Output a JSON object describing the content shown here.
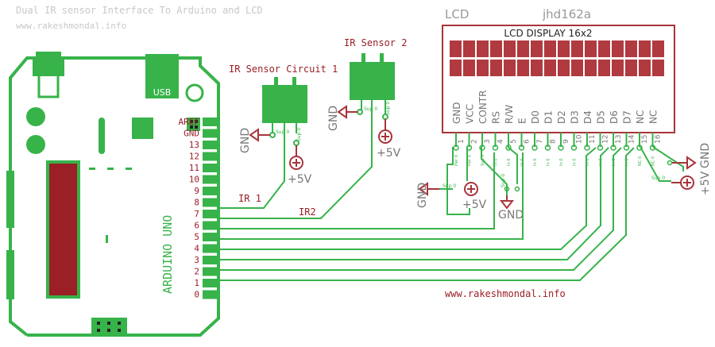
{
  "header": {
    "title": "Dual IR sensor Interface To Arduino and LCD",
    "url": "www.rakeshmondal.info"
  },
  "footer_url": "www.rakeshmondal.info",
  "colors": {
    "green": "#37b34a",
    "red": "#a8343a",
    "gray": "#777777",
    "blue": "#3f52a8",
    "lcd_cell": "#b03a3f"
  },
  "arduino": {
    "board_label": "ARDUINO UNO",
    "usb_label": "USB",
    "pins": [
      "AREF",
      "GND",
      "13",
      "12",
      "11",
      "10",
      "9",
      "8",
      "7",
      "6",
      "5",
      "4",
      "3",
      "2",
      "1",
      "0"
    ]
  },
  "sensor1": {
    "title": "IR Sensor Circuit 1",
    "gnd": "GND",
    "vcc": "+5V",
    "pin_gnd": "Sup 0",
    "pin_vcc": "Sup 0",
    "wire_label": "IR 1"
  },
  "sensor2": {
    "title": "IR Sensor 2",
    "gnd": "GND",
    "vcc": "+5V",
    "pin_gnd": "Sup 0",
    "pin_vcc": "Sup 0",
    "wire_label": "IR2"
  },
  "lcd": {
    "label": "LCD",
    "model": "jhd162a",
    "title": "LCD DISPLAY 16x2",
    "pin_names": [
      "GND",
      "VCC",
      "CONTR",
      "RS",
      "R/W",
      "E",
      "D0",
      "D1",
      "D2",
      "D3",
      "D4",
      "D5",
      "D6",
      "D7",
      "NC",
      "NC"
    ],
    "pin_numbers": [
      "1",
      "2",
      "3",
      "4",
      "5",
      "6",
      "7",
      "8",
      "9",
      "10",
      "11",
      "12",
      "13",
      "14",
      "15",
      "16"
    ],
    "pin_tags": [
      "Pwr 0",
      "Pwr 0",
      "Sup 0",
      "In 0",
      "In 0",
      "In 0",
      "In 0",
      "In 0",
      "In 0",
      "In 0",
      "In 0",
      "In 0",
      "In 0",
      "In 0",
      "NC 0",
      "NC 0"
    ],
    "gnd_a": "GND",
    "vcc_a": "+5V",
    "gnd_b": "GND",
    "gnd_c": "GND",
    "vcc_c": "+5V",
    "sup_tag": "Sup 0"
  }
}
